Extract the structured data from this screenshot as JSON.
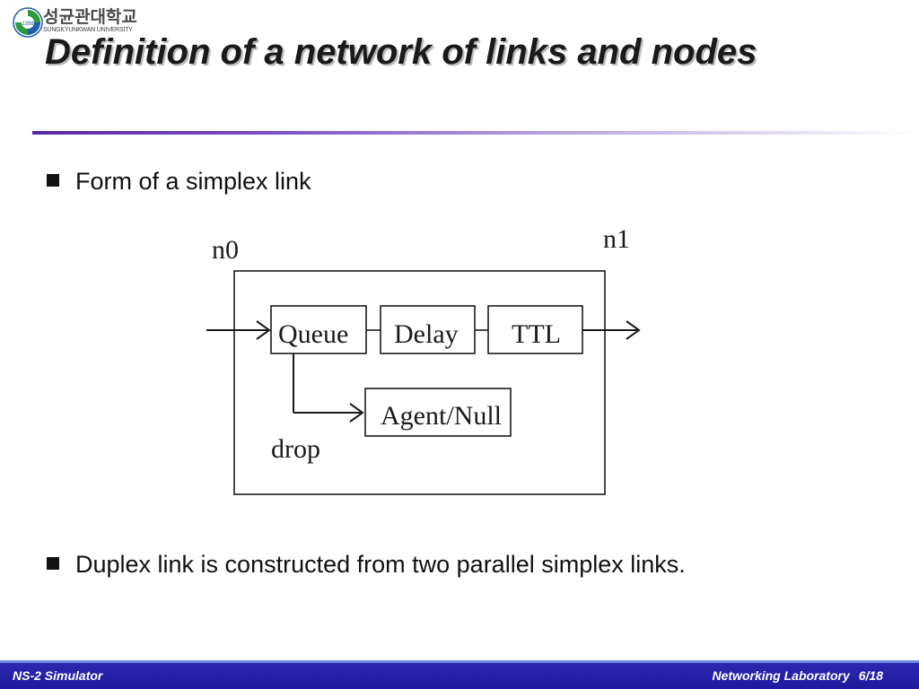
{
  "logo": {
    "korean": "성균관대학교",
    "english": "SUNGKYUNKWAN UNIVERSITY",
    "year": "1398",
    "colors": {
      "green": "#2f9a3a",
      "blue": "#1f5fa8"
    }
  },
  "slide": {
    "title": "Definition of a network of links and nodes",
    "bullets": [
      "Form of a simplex link",
      "Duplex link is constructed from two parallel simplex links."
    ]
  },
  "diagram": {
    "node_left": "n0",
    "node_right": "n1",
    "boxes": {
      "queue": "Queue",
      "delay": "Delay",
      "ttl": "TTL",
      "agent": "Agent/Null"
    },
    "drop_label": "drop"
  },
  "footer": {
    "left": "NS-2 Simulator",
    "lab": "Networking Laboratory",
    "page": "6/18"
  },
  "colors": {
    "accent_purple": "#5a2aa2",
    "footer_blue": "#2b27b0",
    "footer_line": "#6a8be0"
  }
}
